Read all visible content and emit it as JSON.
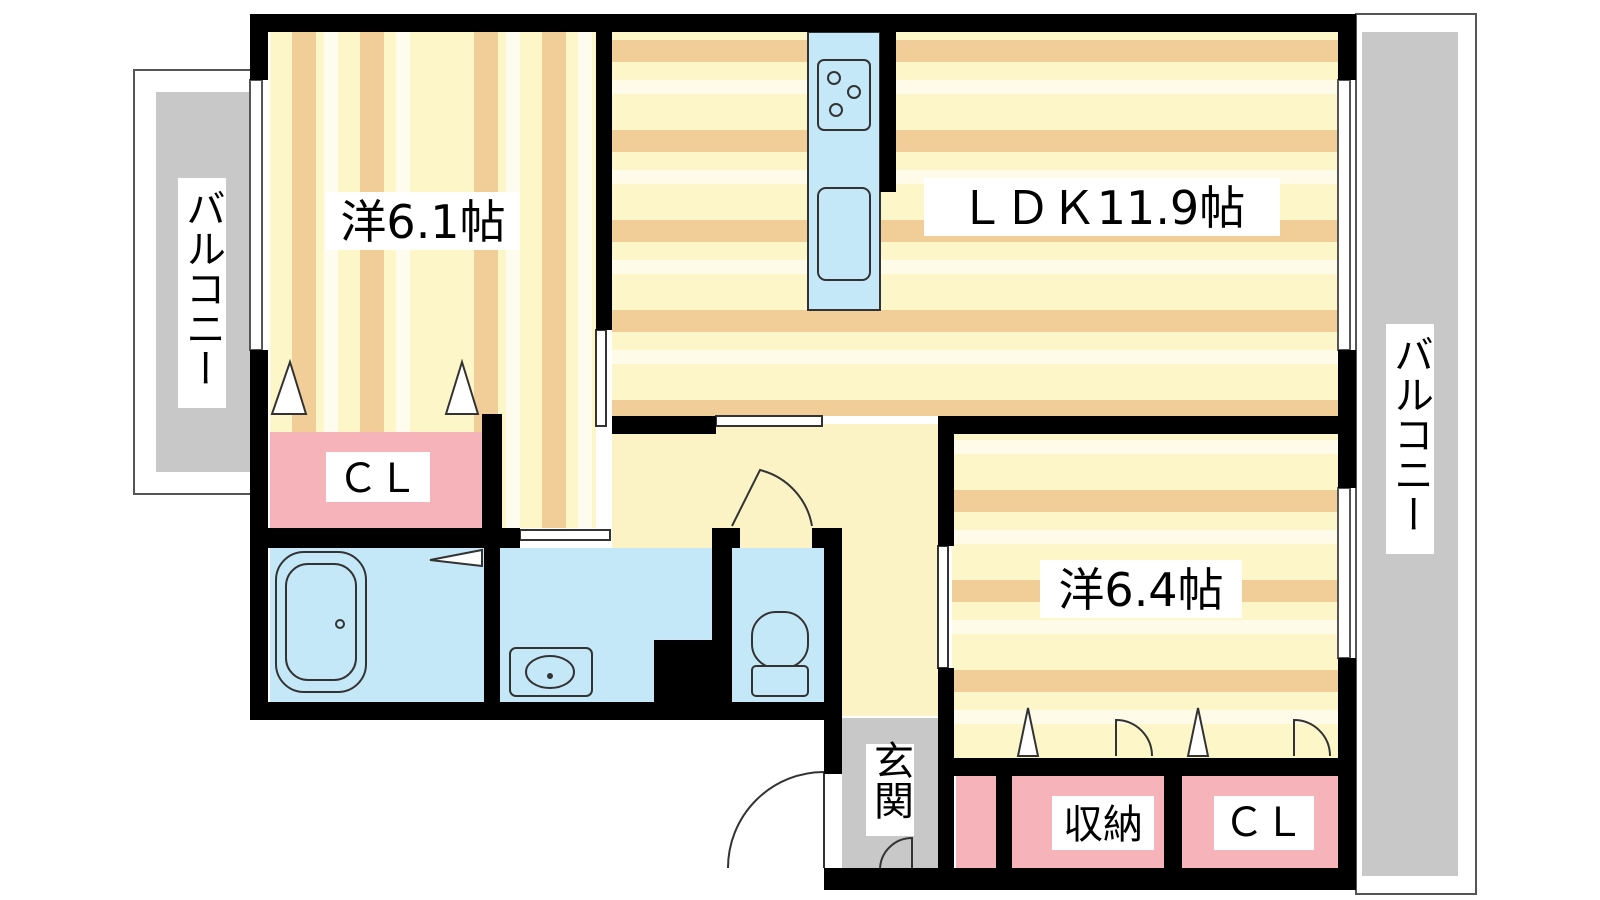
{
  "rooms": {
    "western_room_1": "洋6.1帖",
    "ldk": "ＬＤＫ11.9帖",
    "western_room_2": "洋6.4帖",
    "closet_1": "ＣＬ",
    "closet_2": "ＣＬ",
    "storage": "収納",
    "entrance": "玄関",
    "balcony_left": "バルコニー",
    "balcony_right": "バルコニー"
  },
  "colors": {
    "floor_light": "#fdf6c8",
    "floor_stripe": "#f1cd98",
    "wet_area": "#c5e8f8",
    "closet": "#f6b3b9",
    "balcony": "#c8c8c8",
    "wall": "#000000",
    "corridor": "#fbf3c6"
  }
}
